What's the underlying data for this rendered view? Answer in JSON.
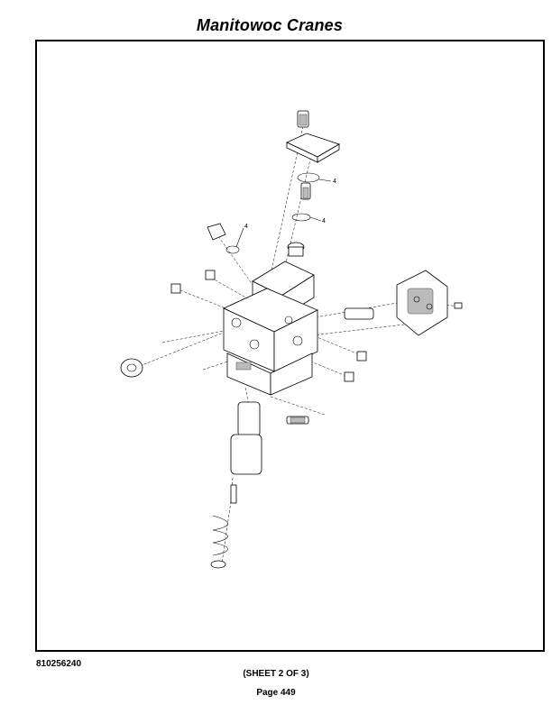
{
  "header": {
    "title": "Manitowoc Cranes"
  },
  "diagram": {
    "callouts": [
      "4",
      "4",
      "4"
    ]
  },
  "footer": {
    "drawing_number": "810256240",
    "sheet": "(SHEET 2 OF 3)",
    "page": "Page 449"
  }
}
